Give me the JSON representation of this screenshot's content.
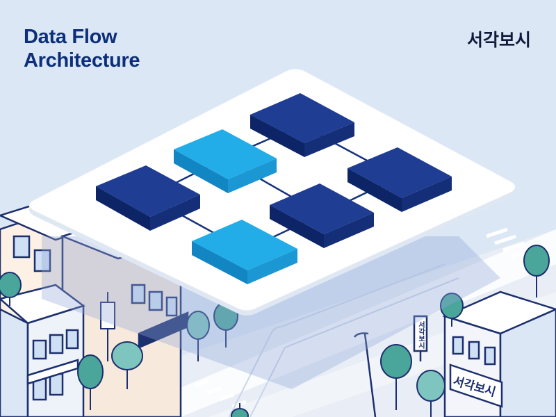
{
  "header": {
    "title_line1": "Data Flow",
    "title_line2": "Architecture",
    "brand": "서각보시"
  },
  "city": {
    "shop_sign": "서각보시",
    "pole_sign": "서각보시"
  },
  "diagram": {
    "platform_color": "#ffffff",
    "node_colors": {
      "primary": "#16327f",
      "accent": "#1aa3e3"
    },
    "nodes": [
      {
        "id": "n1",
        "style": "primary"
      },
      {
        "id": "n2",
        "style": "accent"
      },
      {
        "id": "n3",
        "style": "primary"
      },
      {
        "id": "n4",
        "style": "primary"
      },
      {
        "id": "n5",
        "style": "primary"
      },
      {
        "id": "n6",
        "style": "accent"
      }
    ],
    "connections": [
      [
        "n1",
        "n2"
      ],
      [
        "n2",
        "n3"
      ],
      [
        "n3",
        "n4"
      ],
      [
        "n2",
        "n5"
      ],
      [
        "n4",
        "n5"
      ],
      [
        "n1",
        "n6"
      ],
      [
        "n6",
        "n5"
      ]
    ]
  }
}
